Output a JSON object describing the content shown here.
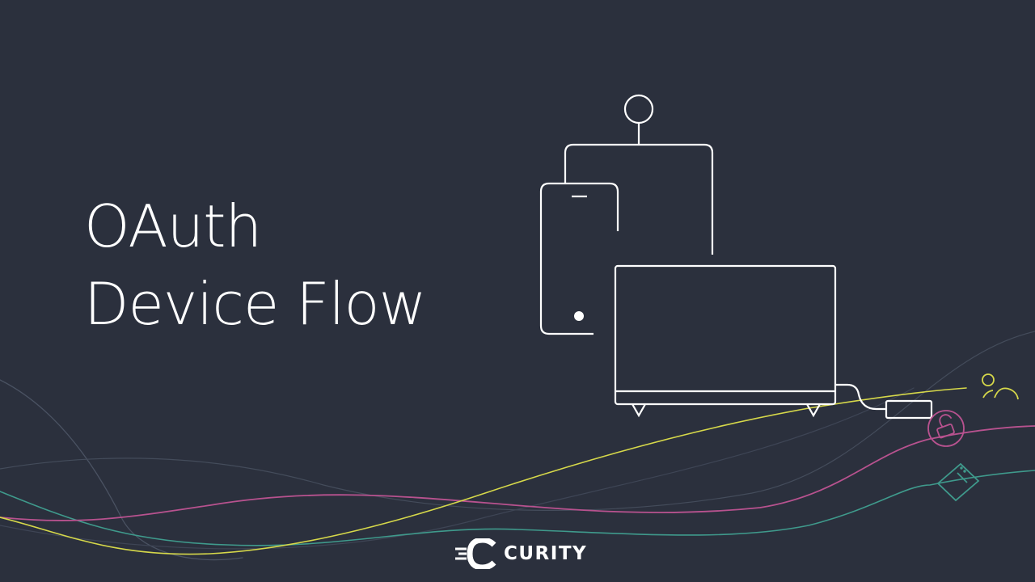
{
  "slide": {
    "title_line_1": "OAuth",
    "title_line_2": "Device Flow"
  },
  "logo": {
    "brand_name": "CURITY"
  },
  "illustration": {
    "icons": [
      "user-avatar-icon",
      "smartphone-icon",
      "tablet-icon",
      "tv-icon",
      "set-top-box-icon",
      "users-icon",
      "lock-icon",
      "ticket-icon"
    ]
  },
  "colors": {
    "background": "#2b303d",
    "line_art": "#ffffff",
    "wave_yellow": "#d6d84a",
    "wave_pink": "#b8528f",
    "wave_teal": "#3f9a8c",
    "wave_grey": "#4a5262"
  }
}
